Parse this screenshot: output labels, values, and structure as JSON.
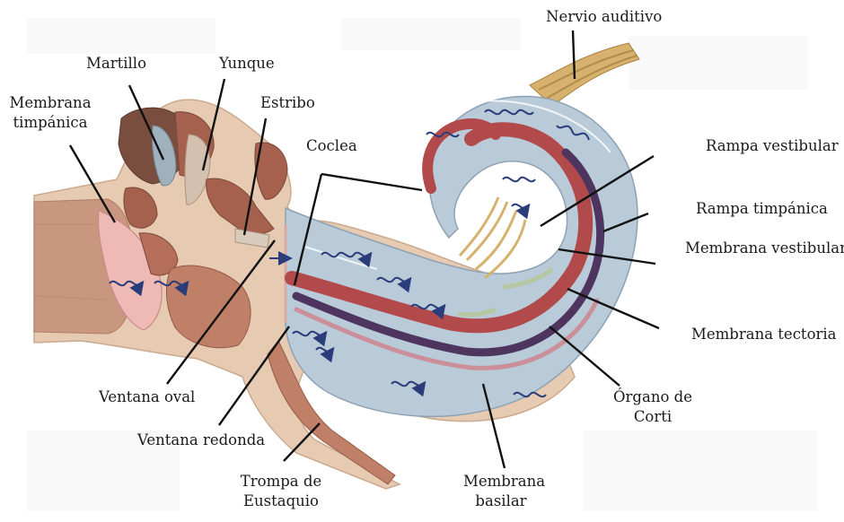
{
  "labels": {
    "nervio_auditivo": "Nervio auditivo",
    "martillo": "Martillo",
    "yunque": "Yunque",
    "membrana_timpanica_1": "Membrana",
    "membrana_timpanica_2": "timpánica",
    "estribo": "Estribo",
    "coclea": "Coclea",
    "rampa_vestibular": "Rampa vestibular",
    "rampa_timpanica": "Rampa timpánica",
    "membrana_vestibular": "Membrana vestibular",
    "membrana_tectoria": "Membrana tectoria",
    "ventana_oval": "Ventana oval",
    "organo_corti_1": "Órgano de",
    "organo_corti_2": "Corti",
    "ventana_redonda": "Ventana redonda",
    "membrana_basilar_1": "Membrana",
    "membrana_basilar_2": "basilar",
    "trompa_eustaquio_1": "Trompa de",
    "trompa_eustaquio_2": "Eustaquio"
  },
  "colors": {
    "skin": "#e6cbb2",
    "ear_canal": "#c99780",
    "bone": "#a5614e",
    "fluid": "#b9cad8",
    "cochlear_duct": "#b2494a",
    "basilar": "#4e3560",
    "nerve": "#d6b26e",
    "wave": "#2a3d7a"
  }
}
